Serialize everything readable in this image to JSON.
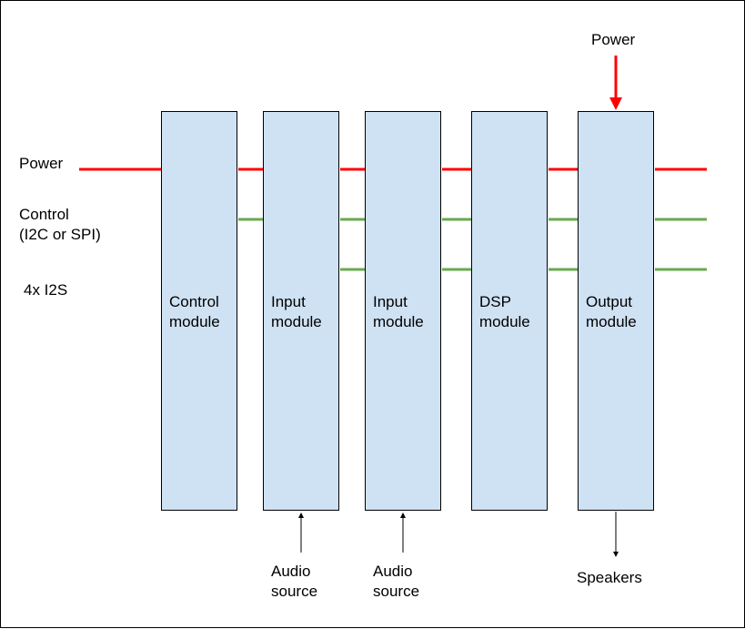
{
  "colors": {
    "power": "#ff0000",
    "control": "#6aa84f",
    "module_fill": "#cfe2f3",
    "outline": "#000000"
  },
  "left_labels": {
    "power": "Power",
    "control_line1": "Control",
    "control_line2": "(I2C or SPI)",
    "i2s": "4x I2S"
  },
  "top_label": "Power",
  "modules": [
    {
      "label": "Control\nmodule"
    },
    {
      "label": "Input\nmodule"
    },
    {
      "label": "Input\nmodule"
    },
    {
      "label": "DSP\nmodule"
    },
    {
      "label": "Output\nmodule"
    }
  ],
  "bottom_labels": {
    "audio_source_1": "Audio\nsource",
    "audio_source_2": "Audio\nsource",
    "speakers": "Speakers"
  }
}
